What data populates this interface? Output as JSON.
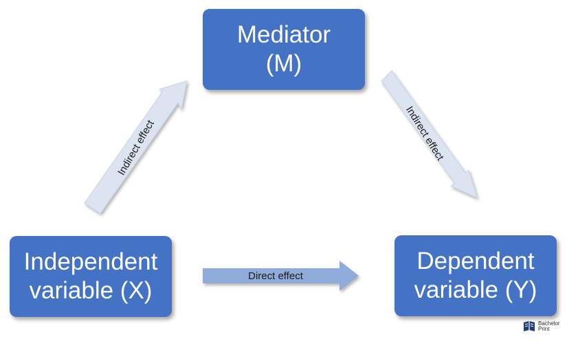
{
  "nodes": {
    "mediator": "Mediator\n(M)",
    "independent": "Independent\nvariable (X)",
    "dependent": "Dependent\nvariable (Y)"
  },
  "edges": {
    "x_to_m": "Indirect effect",
    "m_to_y": "Indirect effect",
    "x_to_y": "Direct effect"
  },
  "logo": {
    "line1": "Bachelor",
    "line2": "Print"
  },
  "colors": {
    "box": "#4472c4",
    "arrow_light": "#dbe4f0",
    "arrow_direct": "#8fabd9"
  }
}
